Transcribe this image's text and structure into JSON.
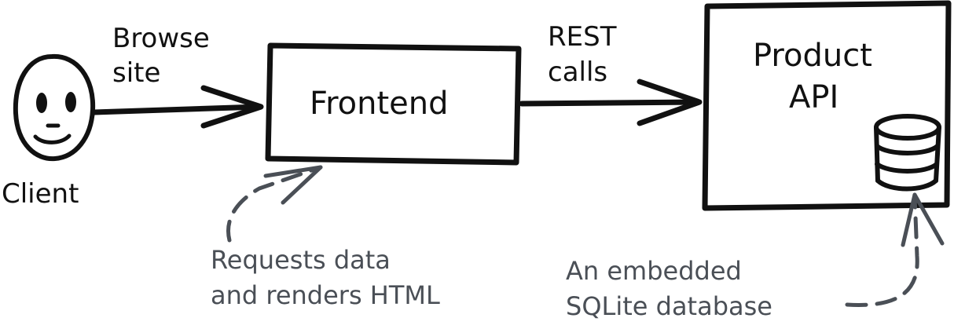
{
  "nodes": {
    "client": {
      "label": "Client"
    },
    "frontend": {
      "label": "Frontend"
    },
    "product_api": {
      "label_line1": "Product",
      "label_line2": "API"
    }
  },
  "edges": {
    "client_to_frontend": {
      "label_line1": "Browse",
      "label_line2": "site"
    },
    "frontend_to_api": {
      "label_line1": "REST",
      "label_line2": "calls"
    }
  },
  "annotations": {
    "frontend_note": {
      "line1": "Requests data",
      "line2": "and renders HTML"
    },
    "database_note": {
      "line1": "An embedded",
      "line2": "SQLite database"
    }
  },
  "icons": {
    "client": "face-icon",
    "database": "database-icon"
  },
  "colors": {
    "ink": "#111111",
    "note": "#4a4f56",
    "background": "#ffffff"
  }
}
